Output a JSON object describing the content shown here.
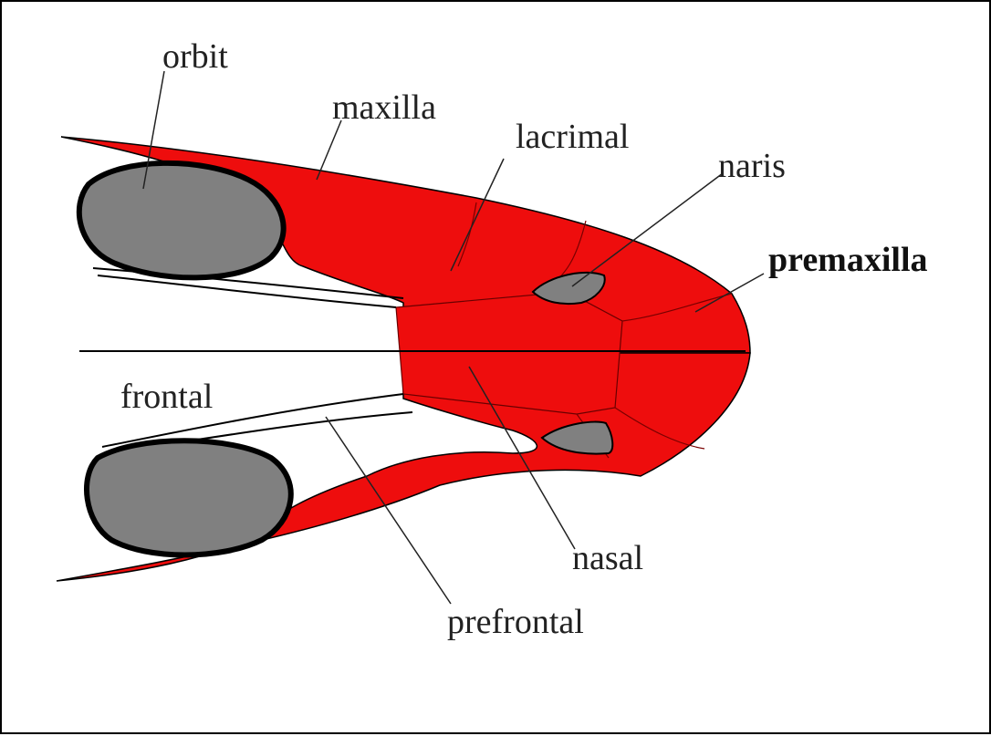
{
  "diagram": {
    "labels": {
      "orbit": "orbit",
      "maxilla": "maxilla",
      "lacrimal": "lacrimal",
      "naris": "naris",
      "premaxilla": "premaxilla",
      "frontal": "frontal",
      "nasal": "nasal",
      "prefrontal": "prefrontal"
    },
    "colors": {
      "bone": "#ee0d0d",
      "orbit_fill": "#808080",
      "outline": "#000000",
      "background": "#ffffff"
    }
  }
}
